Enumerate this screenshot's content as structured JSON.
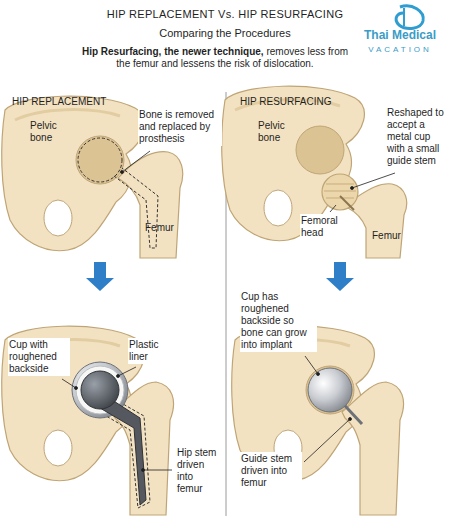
{
  "diagram": {
    "title": "HIP REPLACEMENT Vs. HIP RESURFACING",
    "labels": [
      "Comparing the Procedures",
      "Hip Resurfacing, the newer technique,",
      "removes less from the femur and lessens the risk of dislocation.",
      "Thai Medical",
      "VACATION",
      "HIP REPLACEMENT",
      "HIP RESURFACING",
      "Pelvic bone",
      "Bone is removed and replaced by prosthesis",
      "Femur",
      "Cup with roughened backside",
      "Plastic liner",
      "Hip stem driven into femur",
      "Pelvic bone",
      "Reshaped to accept a metal cup with a small guide stem",
      "Femoral head",
      "Femur",
      "Cup has roughened backside so bone can grow into implant",
      "Guide stem driven into femur"
    ]
  }
}
